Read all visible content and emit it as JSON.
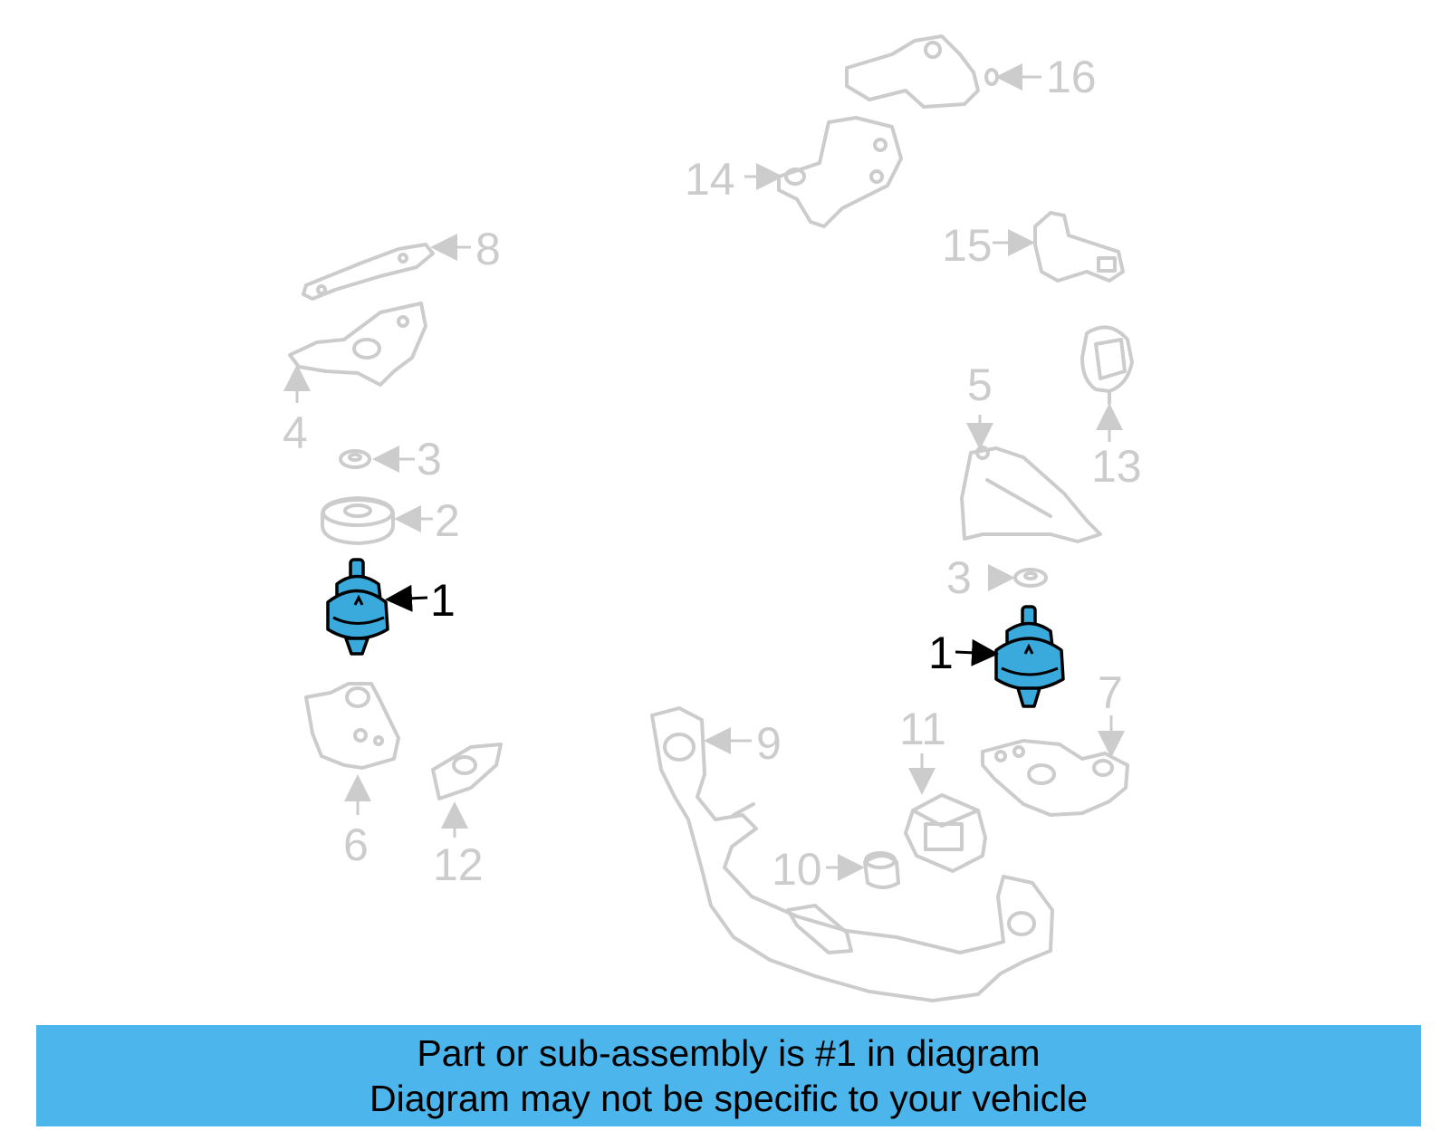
{
  "colors": {
    "banner_background": "#4cb6ec",
    "highlight_fill": "#3aa9dc",
    "ghost_stroke": "#cccccc",
    "highlight_stroke": "#000000"
  },
  "banner": {
    "line1": "Part or sub-assembly is #1 in diagram",
    "line2": "Diagram may not be specific to your vehicle"
  },
  "callouts": {
    "c1_left": "1",
    "c1_right": "1",
    "c2": "2",
    "c3_left": "3",
    "c3_right": "3",
    "c4": "4",
    "c5": "5",
    "c6": "6",
    "c7": "7",
    "c8": "8",
    "c9": "9",
    "c10": "10",
    "c11": "11",
    "c12": "12",
    "c13": "13",
    "c14": "14",
    "c15": "15",
    "c16": "16"
  },
  "highlighted_part": "1"
}
